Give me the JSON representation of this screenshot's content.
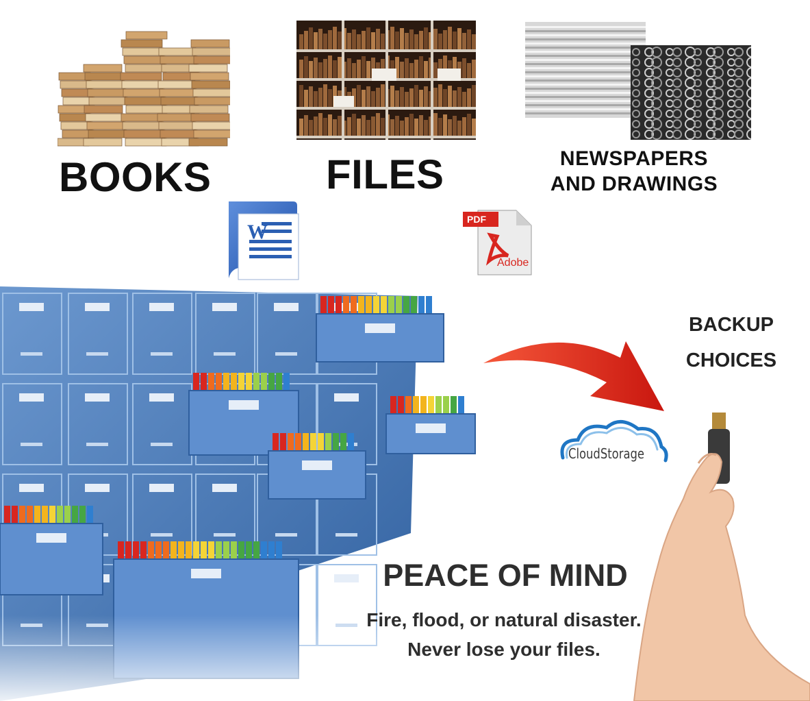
{
  "categories": {
    "books": "BOOKS",
    "files": "FILES",
    "news_line1": "NEWSPAPERS",
    "news_line2": "AND DRAWINGS"
  },
  "icons": {
    "word": "word-document-icon",
    "pdf": "pdf-document-icon",
    "pdf_badge": "PDF",
    "pdf_brand": "Adobe"
  },
  "backup": {
    "line1": "BACKUP",
    "line2": "CHOICES",
    "cloud_label": "CloudStorage"
  },
  "message": {
    "headline": "PEACE OF MIND",
    "line1": "Fire, flood, or natural disaster.",
    "line2": "Never lose your files."
  },
  "colors": {
    "arrow": "#e8231a",
    "cabinet": "#4a7fc0",
    "cloud": "#1f76c4",
    "word_blue": "#2b5fb3",
    "pdf_red": "#d8261f"
  }
}
